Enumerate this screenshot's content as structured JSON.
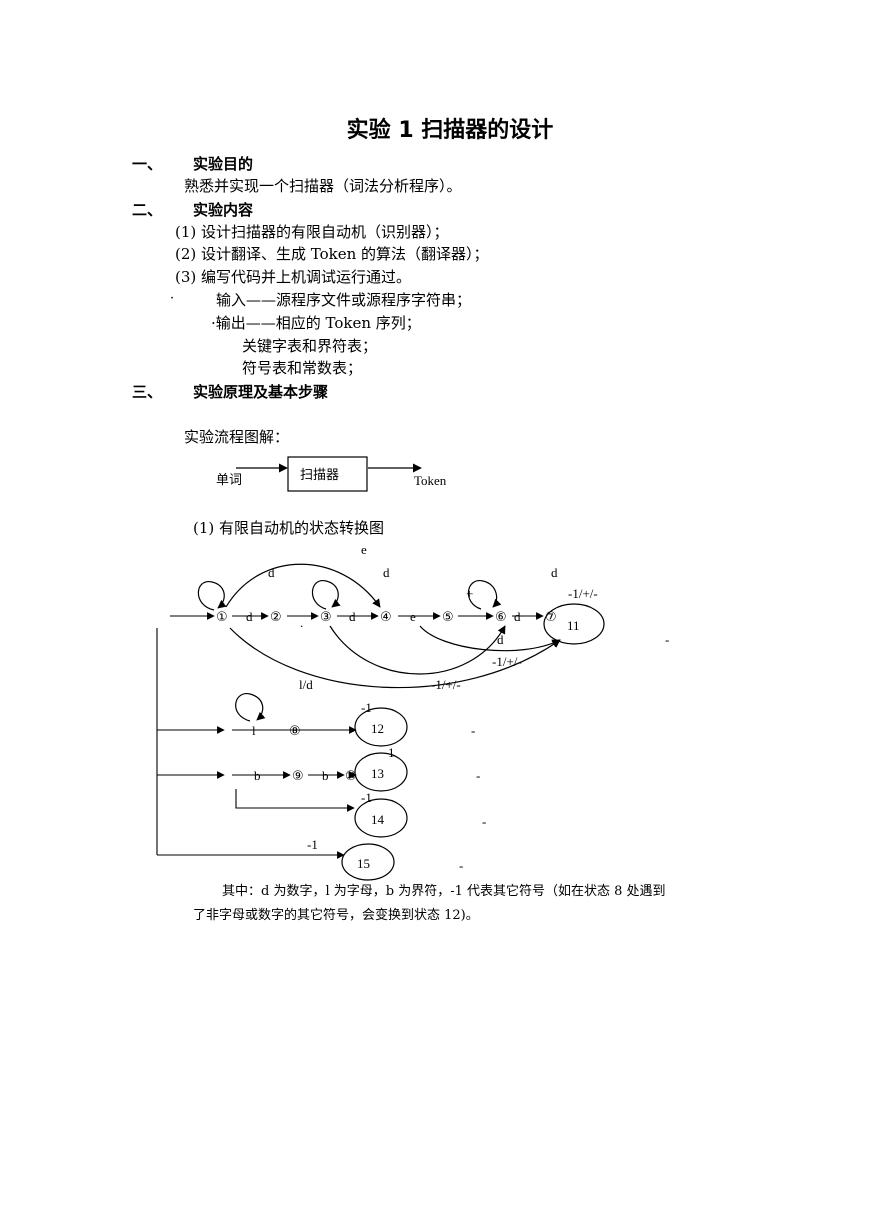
{
  "title": "实验 1 扫描器的设计",
  "sections": [
    {
      "num": "一、",
      "heading": "实验目的"
    },
    {
      "num": "二、",
      "heading": "实验内容"
    },
    {
      "num": "三、",
      "heading": "实验原理及基本步骤"
    }
  ],
  "purpose_text": "熟悉并实现一个扫描器（词法分析程序）。",
  "content_items": [
    "(1)  设计扫描器的有限自动机（识别器）；",
    "(2)  设计翻译、生成 Token 的算法（翻译器）；",
    "(3)  编写代码并上机调试运行通过。"
  ],
  "io": {
    "bullet_1": "·",
    "input": "输入——源程序文件或源程序字符串；",
    "output": "·输出——相应的 Token 序列；",
    "output_sub_1": "关键字表和界符表；",
    "output_sub_2": "符号表和常数表；"
  },
  "flow": {
    "label": "实验流程图解：",
    "in": "单词",
    "box": "扫描器",
    "out": "Token"
  },
  "fsm": {
    "caption": "(1) 有限自动机的状态转换图",
    "states": {
      "s1": "①",
      "s2": "②",
      "s3": "③",
      "s4": "④",
      "s5": "⑤",
      "s6": "⑥",
      "s7": "⑦",
      "s8": "⑧",
      "s9": "⑨",
      "s10": "⑩",
      "s11": "11",
      "s12": "12",
      "s13": "13",
      "s14": "14",
      "s15": "15"
    },
    "labels": {
      "d": "d",
      "e": "e",
      "l": "l",
      "b": "b",
      "plus": "+",
      "pm": "-1/+/-",
      "ld": "l/d",
      "neg1": "-1",
      "one": "1",
      "dash": "-",
      "dot": "."
    }
  },
  "note_1": "其中：d 为数字，l 为字母，b 为界符，-1 代表其它符号（如在状态 8 处遇到",
  "note_2": "了非字母或数字的其它符号，会变换到状态 12)。"
}
